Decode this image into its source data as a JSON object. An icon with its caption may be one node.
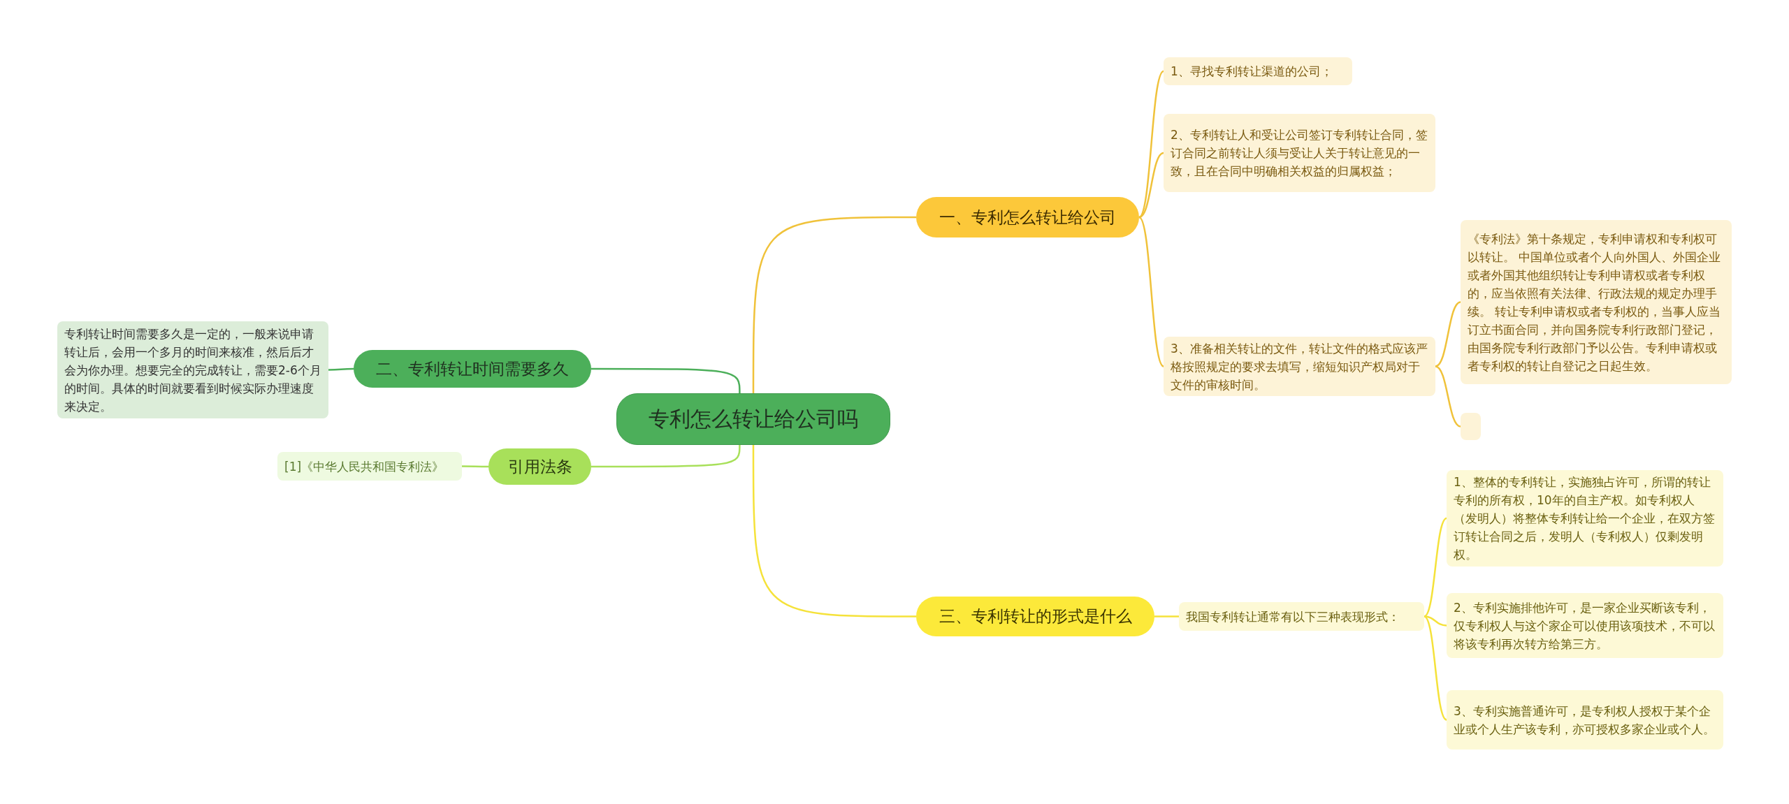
{
  "diagram": {
    "nodes": [
      {
        "text": [
          "专利怎么转让给公司吗"
        ]
      },
      {
        "text": [
          "一、专利怎么转让给公司"
        ]
      },
      {
        "text": [
          "1、寻找专利转让渠道的公司；"
        ]
      },
      {
        "text": [
          "2、专利转让人和受让公司签订专利转让合同，签订合同之前转让人须与受让人关于转让意见的一致，且在合同中明确相关权益的归属权益；"
        ]
      },
      {
        "text": [
          "3、准备相关转让的文件，转让文件的格式应该严格按照规定的要求去填写，缩短知识产权局对于文件的审核时间。"
        ]
      },
      {
        "text": [
          "《专利法》第十条规定，专利申请权和专利权可以转让。 中国单位或者个人向外国人、外国企业或者外国其他组织转让专利申请权或者专利权的，应当依照有关法律、行政法规的规定办理手续。 转让专利申请权或者专利权的，当事人应当订立书面合同，并向国务院专利行政部门登记，由国务院专利行政部门予以公告。专利申请权或者专利权的转让自登记之日起生效。"
        ]
      },
      {
        "text": [],
        "shape": "box"
      },
      {
        "text": [
          "二、专利转让时间需要多久"
        ]
      },
      {
        "text": [
          "专利转让时间需要多久是一定的，一般来说申请转让后，会用一个多月的时间来核准，然后后才会为你办理。想要完全的完成转让，需要2-6个月的时间。具体的时间就要看到时候实际办理速度来决定。"
        ]
      },
      {
        "text": [
          "引用法条"
        ]
      },
      {
        "text": [
          "[1]《中华人民共和国专利法》"
        ]
      },
      {
        "text": [
          "三、专利转让的形式是什么"
        ]
      },
      {
        "text": [
          "我国专利转让通常有以下三种表现形式："
        ]
      },
      {
        "text": [
          "1、整体的专利转让，实施独占许可，所谓的转让专利的所有权，10年的自主产权。如专利权人（发明人）将整体专利转让给一个企业，在双方签订转让合同之后，发明人（专利权人）仅剩发明权。"
        ]
      },
      {
        "text": [
          "2、专利实施排他许可，是一家企业买断该专利，仅专利权人与这个家企可以使用该项技术，不可以将该专利再次转方给第三方。"
        ]
      },
      {
        "text": [
          "3、专利实施普通许可，是专利权人授权于某个企业或个人生产该专利，亦可授权多家企业或个人。"
        ]
      }
    ],
    "edges": [
      {
        "from": 0,
        "to": 1,
        "arrow": "none"
      },
      {
        "from": 1,
        "to": 2,
        "arrow": "none"
      },
      {
        "from": 1,
        "to": 3,
        "arrow": "none"
      },
      {
        "from": 1,
        "to": 4,
        "arrow": "none"
      },
      {
        "from": 4,
        "to": 5,
        "arrow": "none"
      },
      {
        "from": 4,
        "to": 6,
        "arrow": "none"
      },
      {
        "from": 0,
        "to": 7,
        "arrow": "none",
        "color": "#4caf5a"
      },
      {
        "from": 7,
        "to": 8,
        "arrow": "none",
        "color": "#4caf5a"
      },
      {
        "from": 0,
        "to": 9,
        "arrow": "none",
        "color": "#a8e05a"
      },
      {
        "from": 9,
        "to": 10,
        "arrow": "none",
        "color": "#a8e05a"
      },
      {
        "from": 0,
        "to": 11,
        "arrow": "none",
        "color": "#f5e23a"
      },
      {
        "from": 11,
        "to": 12,
        "arrow": "none",
        "color": "#f5e23a"
      },
      {
        "from": 12,
        "to": 13,
        "arrow": "none",
        "color": "#f5e23a"
      },
      {
        "from": 12,
        "to": 14,
        "arrow": "none",
        "color": "#f5e23a"
      },
      {
        "from": 12,
        "to": 15,
        "arrow": "none",
        "color": "#f5e23a"
      }
    ]
  }
}
